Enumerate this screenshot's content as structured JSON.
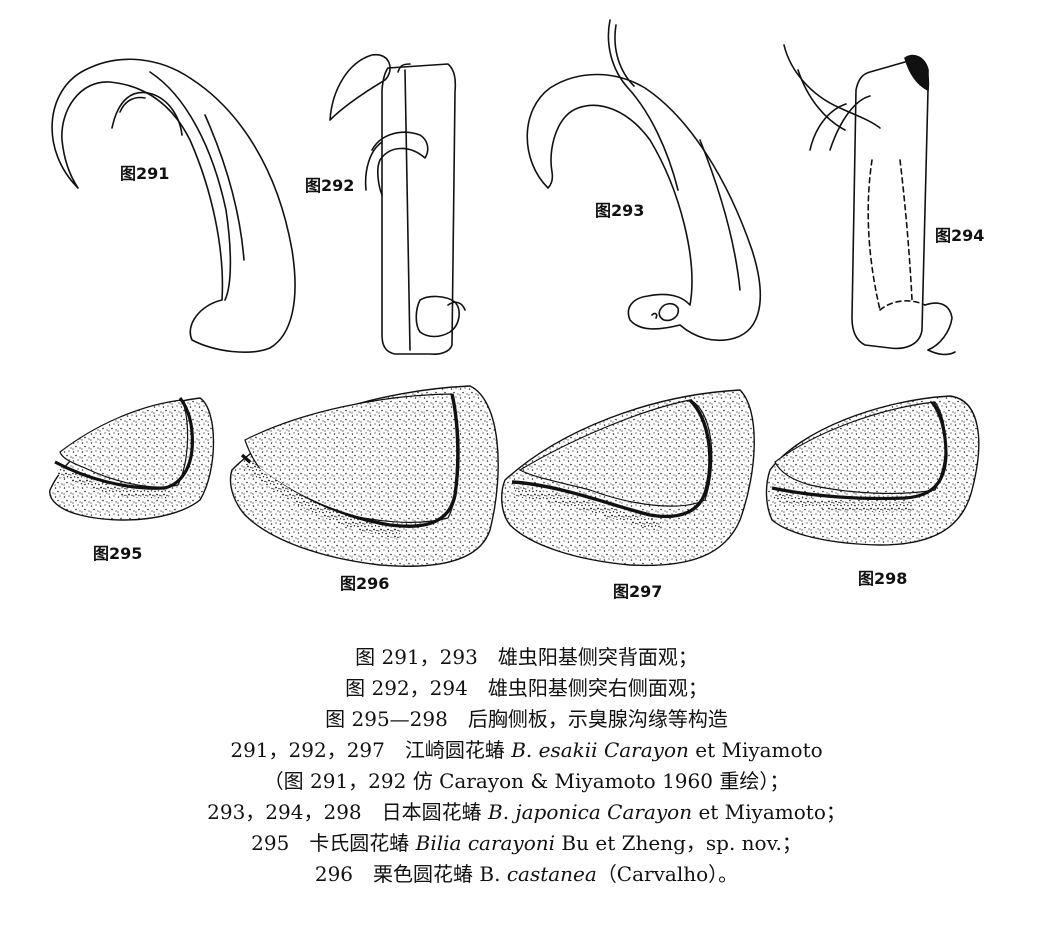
{
  "figure_labels": {
    "f291": "图291",
    "f292": "图292",
    "f293": "图293",
    "f294": "图294",
    "f295": "图295",
    "f296": "图296",
    "f297": "图297",
    "f298": "图298"
  },
  "caption": {
    "line1": "图 291，293　雄虫阳基侧突背面观；",
    "line2": "图 292，294　雄虫阳基侧突右侧面观；",
    "line3": "图 295—298　后胸侧板，示臭腺沟缘等构造",
    "line4": {
      "prefix": "291，292，297　江崎圆花蝽 ",
      "italic": "B. esakii Carayon",
      "suffix": " et Miyamoto"
    },
    "line5": "（图 291，292 仿 Carayon & Miyamoto 1960 重绘）；",
    "line6": {
      "prefix": "293，294，298　日本圆花蝽 ",
      "italic": "B. japonica Carayon",
      "suffix": " et Miyamoto；"
    },
    "line7": {
      "prefix": "295　卡氏圆花蝽 ",
      "italic": "Bilia carayoni",
      "suffix": " Bu et Zheng，sp. nov.；"
    },
    "line8": {
      "prefix": "296　栗色圆花蝽 B. ",
      "italic": "castanea",
      "suffix": "（Carvalho）。"
    }
  }
}
